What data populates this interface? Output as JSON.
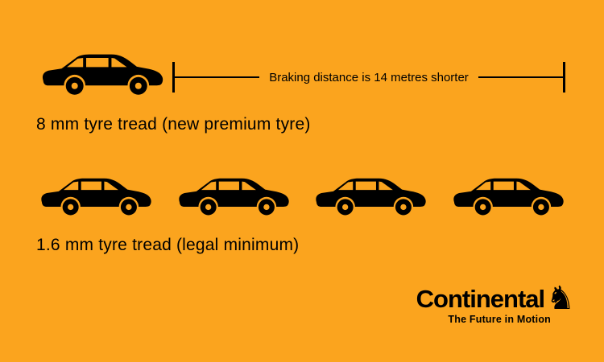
{
  "colors": {
    "background": "#FBA41E",
    "ink": "#000000"
  },
  "diagram": {
    "top_row": {
      "car_count": 1,
      "measurement_label": "Braking distance is 14 metres shorter",
      "caption": "8 mm tyre tread (new premium tyre)"
    },
    "bottom_row": {
      "car_count": 4,
      "caption": "1.6 mm tyre tread (legal minimum)"
    }
  },
  "logo": {
    "brand": "Continental",
    "tagline": "The Future in Motion",
    "horse_glyph": "♞"
  }
}
